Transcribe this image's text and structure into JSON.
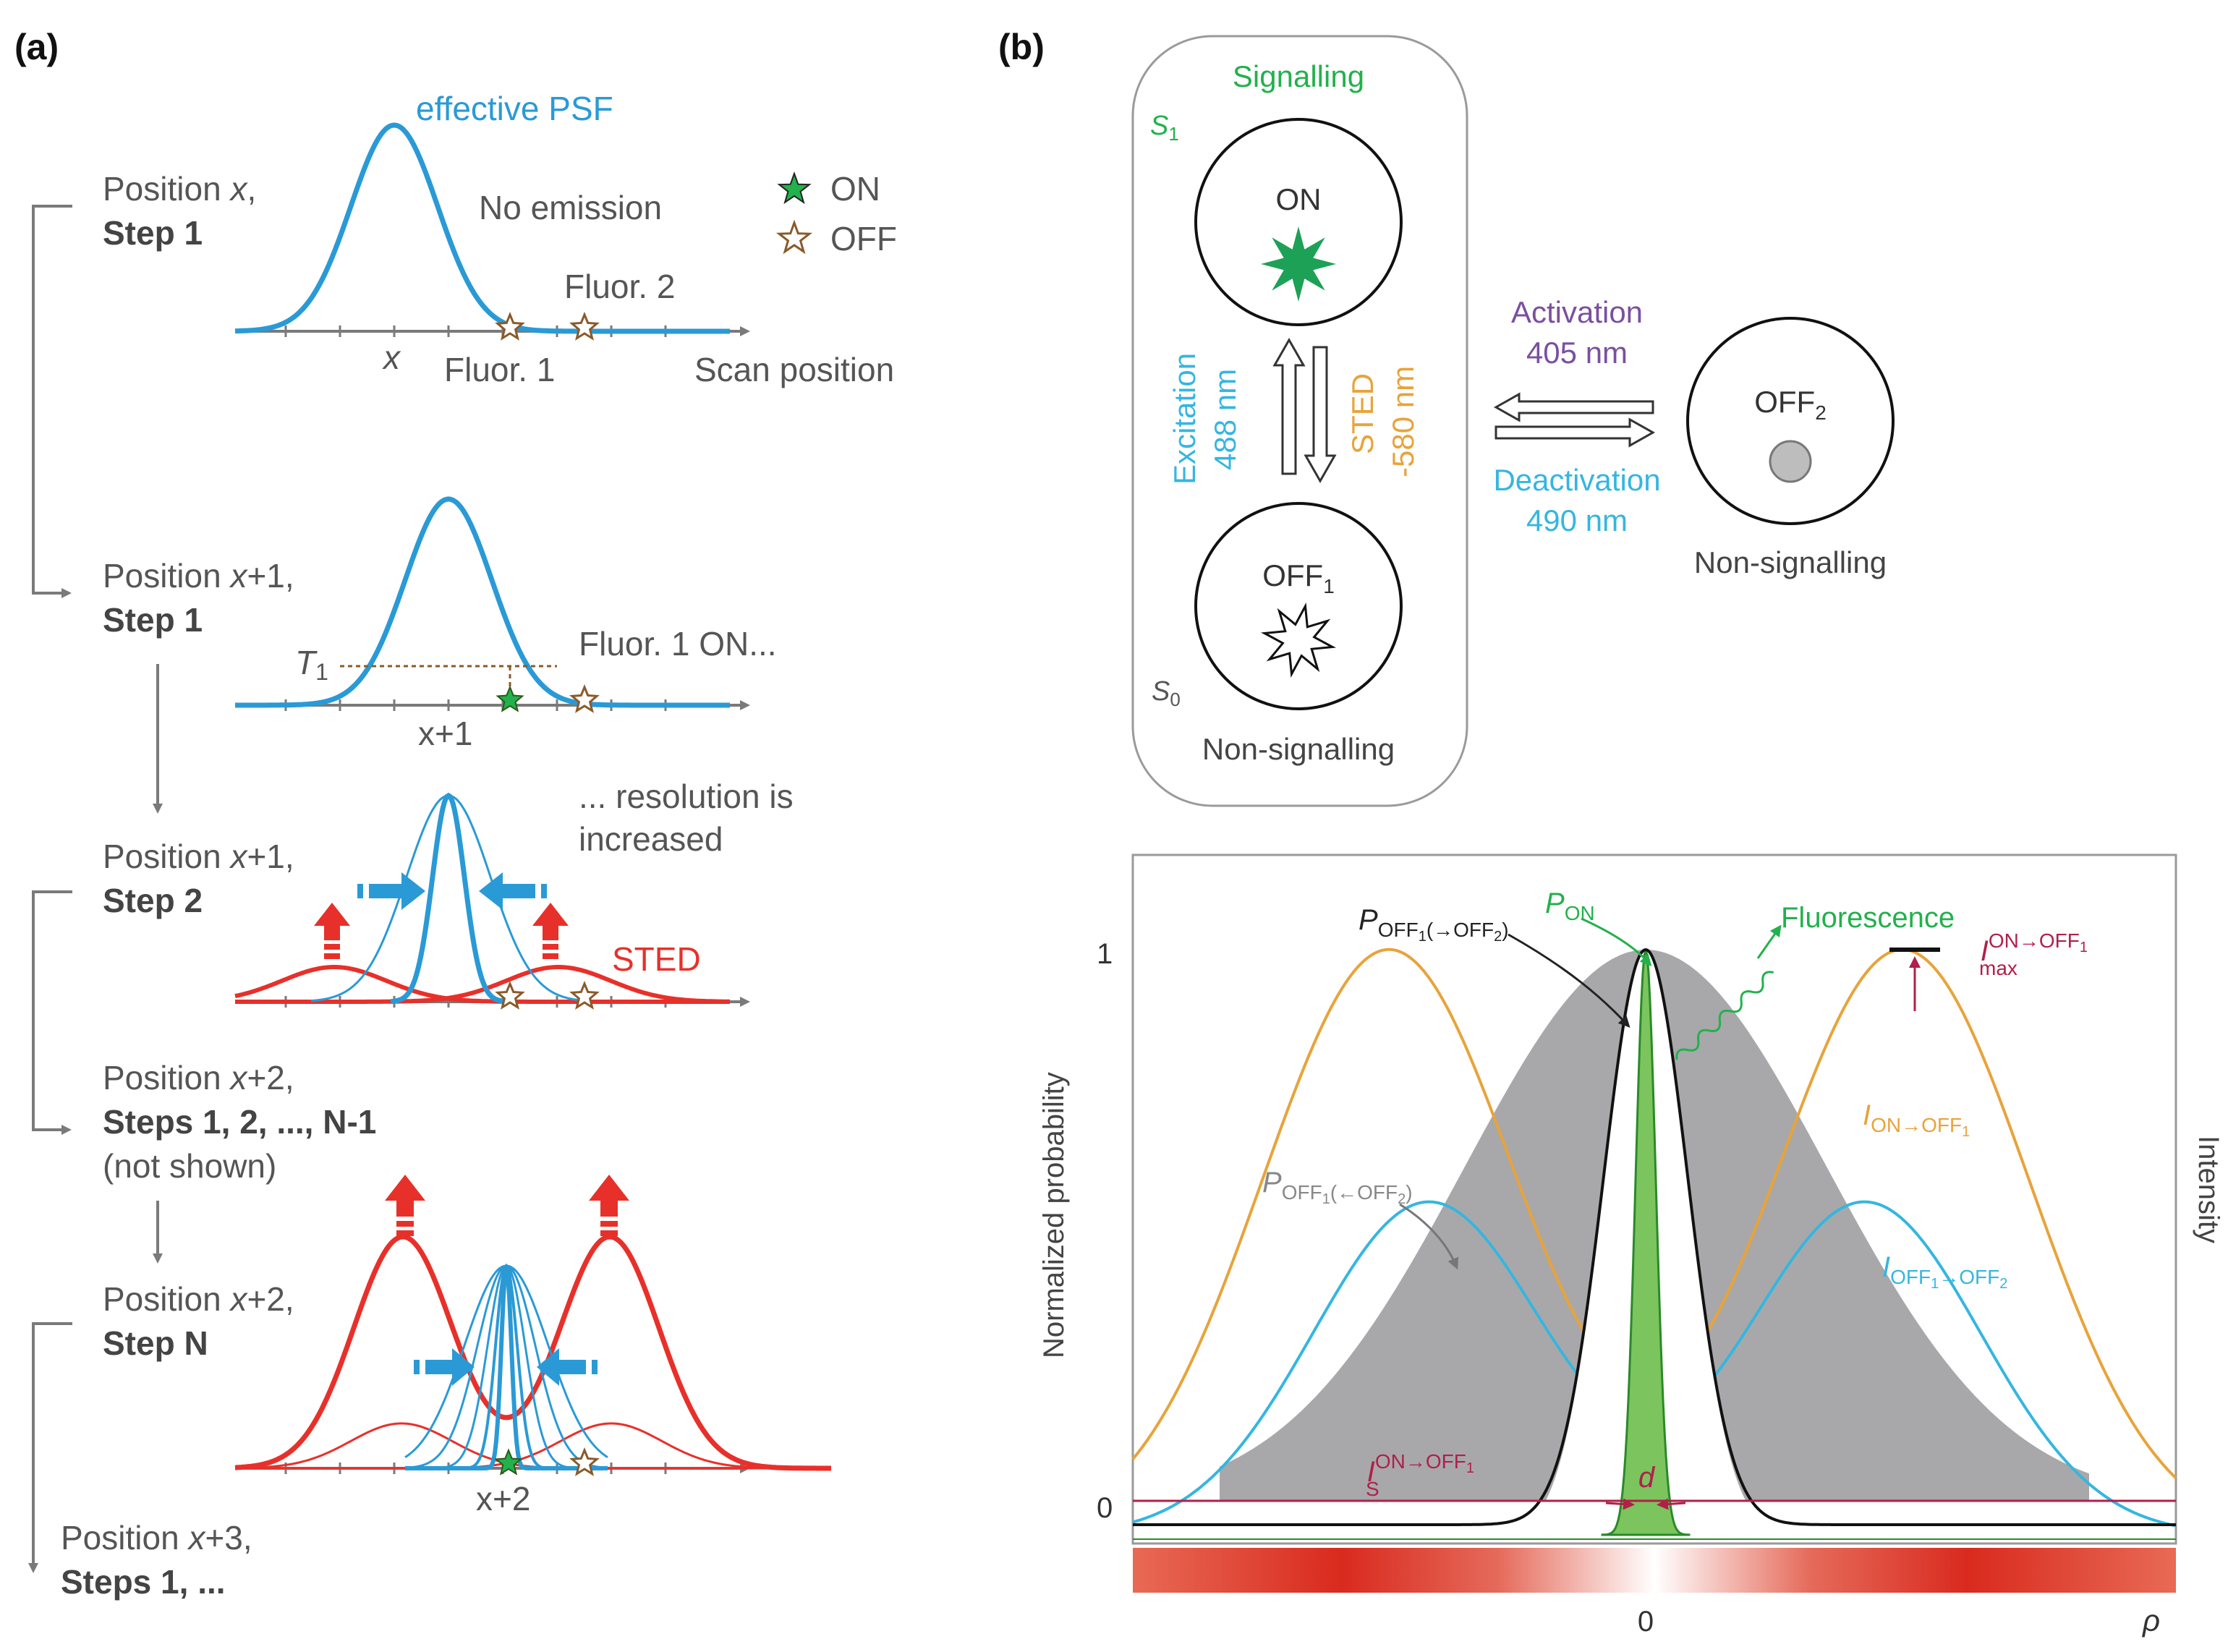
{
  "panel_a": {
    "label": "(a)",
    "effective_psf": "effective PSF",
    "no_emission": "No emission",
    "legend": {
      "on": "ON",
      "off": "OFF"
    },
    "fluor1": "Fluor. 1",
    "fluor2": "Fluor. 2",
    "scan_position": "Scan position",
    "x_tick": "x",
    "x1_tick": "x+1",
    "x2_tick": "x+2",
    "t1": "T",
    "t1_sub": "1",
    "fluor1_on": "Fluor. 1 ON...",
    "resolution_1": "... resolution is",
    "resolution_2": "increased",
    "sted": "STED",
    "rows": [
      {
        "pos_prefix": "Position ",
        "pos_var": "x",
        "pos_suffix": ",",
        "step": "Step 1"
      },
      {
        "pos_prefix": "Position ",
        "pos_var": "x",
        "pos_suffix": "+1,",
        "step": "Step 1"
      },
      {
        "pos_prefix": "Position ",
        "pos_var": "x",
        "pos_suffix": "+1,",
        "step": "Step 2"
      },
      {
        "pos_prefix": "Position ",
        "pos_var": "x",
        "pos_suffix": "+2,",
        "step": "Steps 1, 2, ..., N-1",
        "note": "(not shown)"
      },
      {
        "pos_prefix": "Position ",
        "pos_var": "x",
        "pos_suffix": "+2,",
        "step": "Step N"
      },
      {
        "pos_prefix": "Position ",
        "pos_var": "x",
        "pos_suffix": "+3,",
        "step": "Steps 1, ..."
      }
    ]
  },
  "panel_b": {
    "label": "(b)",
    "signalling": "Signalling",
    "s1": "S",
    "s1_sub": "1",
    "s0": "S",
    "s0_sub": "0",
    "on_state": "ON",
    "off1_state": "OFF",
    "off1_sub": "1",
    "off2_state": "OFF",
    "off2_sub": "2",
    "excitation": "Excitation",
    "excitation_nm": "488 nm",
    "sted": "STED",
    "sted_nm": "-580 nm",
    "activation": "Activation",
    "activation_nm": "405 nm",
    "deactivation": "Deactivation",
    "deactivation_nm": "490 nm",
    "non_signalling_left": "Non-signalling",
    "non_signalling_right": "Non-signalling"
  },
  "colors": {
    "psf_blue": "#2a9ad6",
    "sted_red": "#e8302a",
    "on_green": "#22b14c",
    "orange": "#e8a33a",
    "cyan": "#35b6e0",
    "crimson": "#b0204a",
    "purple": "#7a4fa0",
    "gray_fill": "#a8a8aa"
  },
  "chart_data": {
    "type": "line",
    "ylabel": "Normalized probability",
    "ylabel_right": "Intensity",
    "x_axis_symbol": "ρ",
    "x_ticks": [
      "0"
    ],
    "y_ticks": [
      "1",
      "0"
    ],
    "series": [
      {
        "name": "P_OFF1(→OFF2)",
        "main": "P",
        "sub": "OFF",
        "subsub": "1",
        "rest": "(→OFF",
        "restsub": "2",
        "close": ")",
        "color": "#111111"
      },
      {
        "name": "P_ON",
        "main": "P",
        "sub": "ON",
        "color": "#22b14c"
      },
      {
        "name": "P_OFF1(←OFF2)",
        "main": "P",
        "sub": "OFF",
        "subsub": "1",
        "rest": "(←OFF",
        "restsub": "2",
        "close": ")",
        "color": "#888888"
      },
      {
        "name": "I_ON→OFF1",
        "main": "I",
        "sub": "ON→OFF",
        "subsub": "1",
        "color": "#e8a33a"
      },
      {
        "name": "I_OFF1→OFF2",
        "main": "I",
        "sub": "OFF",
        "subsub": "1",
        "rest": "→OFF",
        "restsub": "2",
        "color": "#35b6e0"
      }
    ],
    "annotations": {
      "fluorescence": "Fluorescence",
      "imax_main": "I",
      "imax_sup": "ON→OFF",
      "imax_supsub": "1",
      "imax_sub": "max",
      "is_main": "I",
      "is_sup": "ON→OFF",
      "is_supsub": "1",
      "is_sub": "S",
      "d": "d"
    }
  }
}
